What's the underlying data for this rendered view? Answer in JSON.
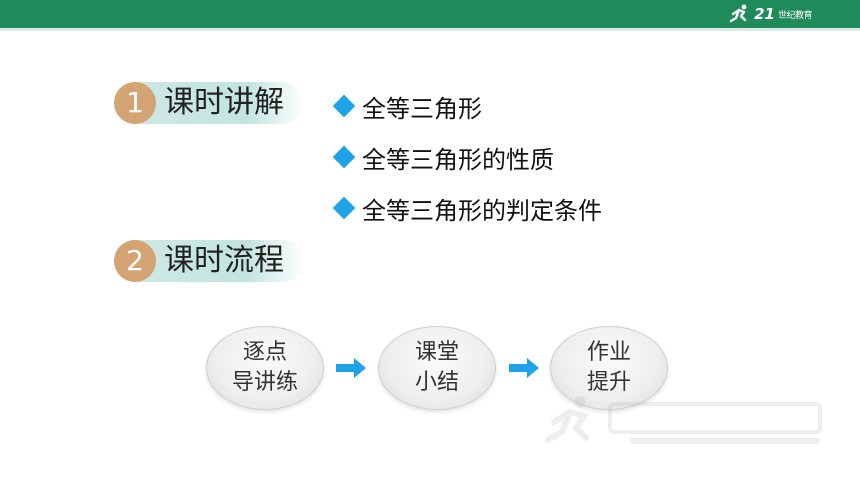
{
  "header": {
    "brand_number": "21",
    "brand_text": "世纪教育",
    "brand_icon": "runner-logo-icon",
    "bar_color": "#1f8a5a"
  },
  "sections": [
    {
      "number": "1",
      "title": "课时讲解"
    },
    {
      "number": "2",
      "title": "课时流程"
    }
  ],
  "topics": [
    {
      "label": "全等三角形"
    },
    {
      "label": "全等三角形的性质"
    },
    {
      "label": "全等三角形的判定条件"
    }
  ],
  "flow": [
    {
      "line1": "逐点",
      "line2": "导讲练"
    },
    {
      "line1": "课堂",
      "line2": "小结"
    },
    {
      "line1": "作业",
      "line2": "提升"
    }
  ],
  "colors": {
    "accent_blue": "#1fa3e8",
    "number_circle": "#d4a373",
    "pill_bg": "#c2e4df"
  }
}
